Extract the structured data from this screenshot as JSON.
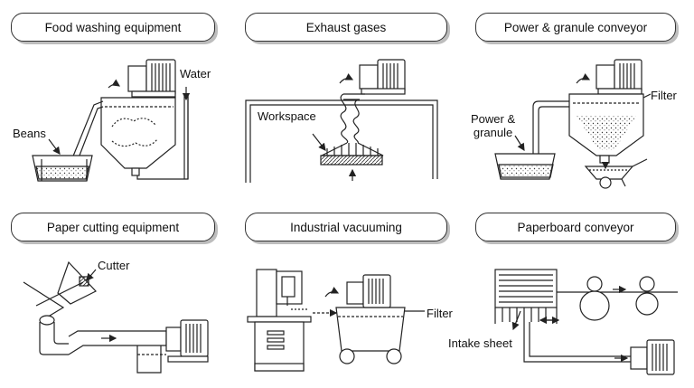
{
  "panels": [
    {
      "title": "Food washing equipment",
      "labels": [
        "Beans",
        "Water"
      ]
    },
    {
      "title": "Exhaust gases",
      "labels": [
        "Workspace"
      ]
    },
    {
      "title": "Power & granule conveyor",
      "labels": [
        "Power &\ngranule",
        "Filter"
      ]
    },
    {
      "title": "Paper cutting equipment",
      "labels": [
        "Cutter"
      ]
    },
    {
      "title": "Industrial vacuuming",
      "labels": [
        "Filter"
      ]
    },
    {
      "title": "Paperboard conveyor",
      "labels": [
        "Intake sheet"
      ]
    }
  ]
}
